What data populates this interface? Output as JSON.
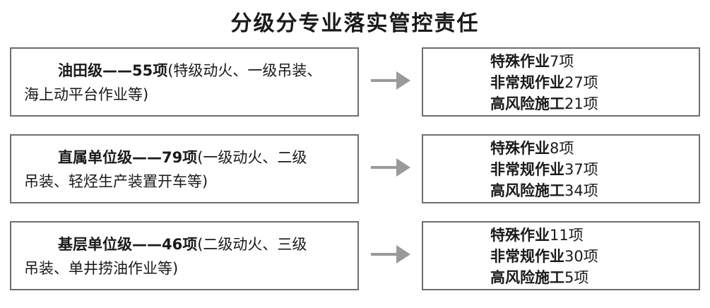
{
  "title": "分级分专业落实管控责任",
  "rows": [
    {
      "level_label": "油田级——55项",
      "detail_line1": "(特级动火、一级吊装、",
      "detail_line2": "海上动平台作业等)",
      "items": [
        {
          "category": "特殊作业",
          "count": "7项"
        },
        {
          "category": "非常规作业",
          "count": "27项"
        },
        {
          "category": "高风险施工",
          "count": "21项"
        }
      ]
    },
    {
      "level_label": "直属单位级——79项",
      "detail_line1": "(一级动火、二级",
      "detail_line2": "吊装、轻烃生产装置开车等)",
      "items": [
        {
          "category": "特殊作业",
          "count": "8项"
        },
        {
          "category": "非常规作业",
          "count": "37项"
        },
        {
          "category": "高风险施工",
          "count": "34项"
        }
      ]
    },
    {
      "level_label": "基层单位级——46项",
      "detail_line1": "(二级动火、三级",
      "detail_line2": "吊装、单井捞油作业等)",
      "items": [
        {
          "category": "特殊作业",
          "count": "11项"
        },
        {
          "category": "非常规作业",
          "count": "30项"
        },
        {
          "category": "高风险施工",
          "count": "5项"
        }
      ]
    }
  ],
  "colors": {
    "border": "#6e6e6e",
    "arrow": "#9a9a9a",
    "text": "#1a1a1a"
  }
}
